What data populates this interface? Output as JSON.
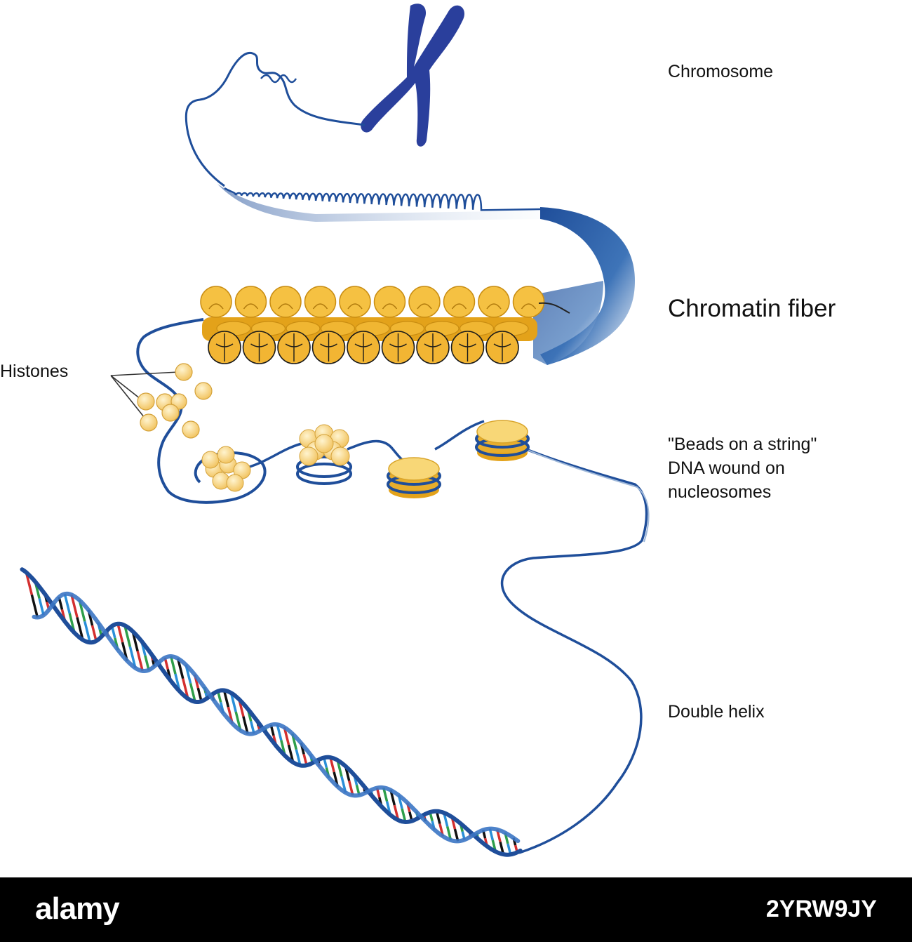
{
  "labels": {
    "chromosome": "Chromosome",
    "chromatin_fiber": "Chromatin fiber",
    "histones": "Histones",
    "beads_line1": "\"Beads on a string\"",
    "beads_line2": "DNA wound on",
    "beads_line3": "nucleosomes",
    "double_helix": "Double helix"
  },
  "footer": {
    "logo": "alamy",
    "image_code": "2YRW9JY"
  },
  "colors": {
    "dna_blue": "#1f4e9a",
    "chromosome_blue": "#2a3f9c",
    "histone_yellow": "#f5c142",
    "histone_light": "#fbe3a0",
    "base_red": "#d32f2f",
    "base_green": "#2e9e4a",
    "base_black": "#111111",
    "base_blue": "#2a8fd8"
  }
}
